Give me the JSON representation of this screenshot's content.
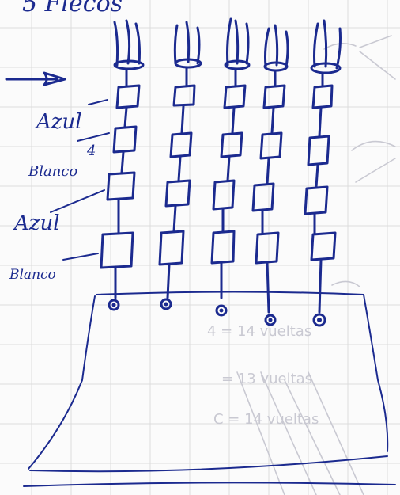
{
  "header_scrawl": "5 Flecos",
  "labels": {
    "azul_top": "Azul",
    "number_4": "4",
    "blanco_upper": "Blanco",
    "azul_lower": "Azul",
    "blanco_lower": "Blanco"
  },
  "ghost_notes": [
    "4 = 14 vueltas",
    "= 13 vueltas",
    "C = 14 vueltas"
  ],
  "colors": {
    "ink": "#1b2a8f",
    "paper": "#fbfbfb",
    "grid": "#dcdcdc"
  }
}
